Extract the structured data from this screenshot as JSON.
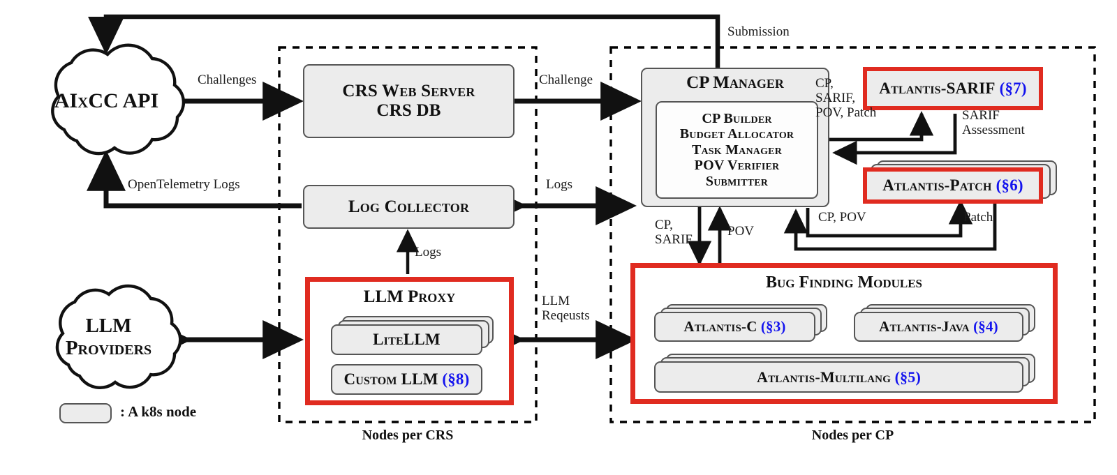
{
  "diagram": {
    "title": "ATLANTIS CRS architecture",
    "colors": {
      "red": "#e02b20",
      "blue": "#1313ee",
      "node_fill": "#ececec",
      "node_stroke": "#555555",
      "arrow": "#111111",
      "dashed_boundary": "#000000"
    },
    "clouds": [
      {
        "id": "aixcc-api",
        "label": "AIxCC API"
      },
      {
        "id": "llm-providers",
        "label": "LLM\nProviders"
      }
    ],
    "boundaries": [
      {
        "id": "nodes-per-crs",
        "caption": "Nodes per CRS"
      },
      {
        "id": "nodes-per-cp",
        "caption": "Nodes per CP"
      }
    ],
    "nodes": {
      "crs_web_server": {
        "line1": "CRS Web Server",
        "line2": "CRS DB"
      },
      "log_collector": {
        "label": "Log Collector"
      },
      "llm_proxy": {
        "title": "LLM Proxy",
        "children": [
          {
            "label": "LiteLLM",
            "stacked": true,
            "section": ""
          },
          {
            "label": "Custom LLM",
            "stacked": false,
            "section": "(§8)"
          }
        ]
      },
      "cp_manager": {
        "title": "CP Manager",
        "items": [
          "CP Builder",
          "Budget Allocator",
          "Task Manager",
          "POV Verifier",
          "Submitter"
        ]
      },
      "atlantis_sarif": {
        "label": "Atlantis-SARIF",
        "section": "(§7)",
        "stacked": false
      },
      "atlantis_patch": {
        "label": "Atlantis-Patch",
        "section": "(§6)",
        "stacked": true
      },
      "bug_finding_modules": {
        "title": "Bug Finding Modules",
        "children": [
          {
            "label": "Atlantis-C",
            "section": "(§3)",
            "stacked": true
          },
          {
            "label": "Atlantis-Java",
            "section": "(§4)",
            "stacked": true
          },
          {
            "label": "Atlantis-Multilang",
            "section": "(§5)",
            "stacked": true
          }
        ]
      }
    },
    "edges": [
      {
        "id": "challenges",
        "label": "Challenges",
        "from": "aixcc-api",
        "to": "crs-web-server"
      },
      {
        "id": "challenge",
        "label": "Challenge",
        "from": "crs-web-server",
        "to": "cp-manager"
      },
      {
        "id": "submission",
        "label": "Submission",
        "from": "cp-manager",
        "to": "aixcc-api"
      },
      {
        "id": "opentelemetry-logs",
        "label": "OpenTelemetry Logs",
        "from": "log-collector",
        "to": "aixcc-api"
      },
      {
        "id": "logs-center",
        "label": "Logs",
        "from": "log-collector",
        "to": "cp-manager"
      },
      {
        "id": "logs-proxy",
        "label": "Logs",
        "from": "llm-proxy",
        "to": "log-collector"
      },
      {
        "id": "llm-requests",
        "label": "LLM\nReqeusts",
        "from": "llm-proxy",
        "to": "bug-finding-modules"
      },
      {
        "id": "cp-sarif-pov-patch",
        "label": "CP,\nSARIF,\nPOV, Patch",
        "from": "cp-manager",
        "to": "atlantis-sarif"
      },
      {
        "id": "sarif-assessment",
        "label": "SARIF\nAssessment",
        "from": "atlantis-sarif",
        "to": "cp-manager"
      },
      {
        "id": "cp-sarif",
        "label": "CP,\nSARIF",
        "from": "cp-manager",
        "to": "bug-finding-modules"
      },
      {
        "id": "pov",
        "label": "POV",
        "from": "bug-finding-modules",
        "to": "cp-manager"
      },
      {
        "id": "cp-pov",
        "label": "CP, POV",
        "from": "cp-manager",
        "to": "atlantis-patch"
      },
      {
        "id": "patch",
        "label": "Patch",
        "from": "atlantis-patch",
        "to": "cp-manager"
      }
    ],
    "legend": {
      "symbol": "rounded-grey-box",
      "text": ": A k8s node"
    }
  }
}
